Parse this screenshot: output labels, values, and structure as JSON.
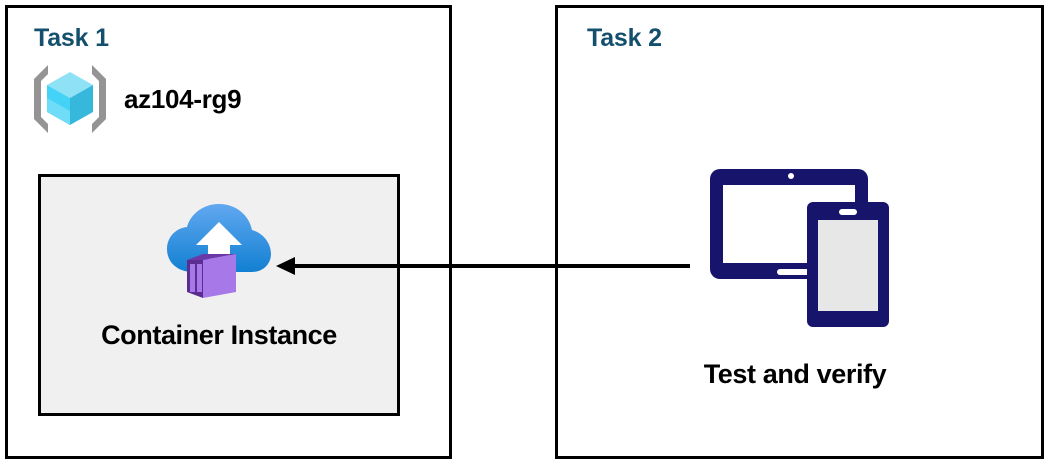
{
  "diagram": {
    "title": "Azure Container Instance task diagram",
    "background_color": "#ffffff",
    "panel_border_color": "#000000",
    "title_color": "#14506E"
  },
  "panels": [
    {
      "id": "task1",
      "title": "Task 1",
      "resource_group": {
        "icon": "resource-group-cube-icon",
        "label": "az104-rg9",
        "icon_colors": {
          "bracket": "#949494",
          "cube_top": "#8FE2F6",
          "cube_left": "#44D3F7",
          "cube_right": "#35B8DB"
        }
      },
      "resource_box": {
        "icon": "container-instance-icon",
        "label": "Container Instance",
        "background_color": "#f0f0f0",
        "border_color": "#000000",
        "icon_colors": {
          "cloud_top": "#57a0ec",
          "cloud_bottom": "#1380d3",
          "arrow": "#ffffff",
          "container_dark": "#5c2d91",
          "container_light": "#a779e8"
        }
      }
    },
    {
      "id": "task2",
      "title": "Task 2",
      "device_group": {
        "icon": "devices-tablet-phone-icon",
        "label": "Test and verify",
        "icon_colors": {
          "device_outline": "#16146B",
          "phone_screen": "#e7e7e7",
          "tablet_screen": "#ffffff"
        }
      }
    }
  ],
  "connector": {
    "name": "flow-arrow",
    "direction": "right-to-left",
    "from": "Test and verify",
    "to": "Container Instance",
    "color": "#000000"
  }
}
